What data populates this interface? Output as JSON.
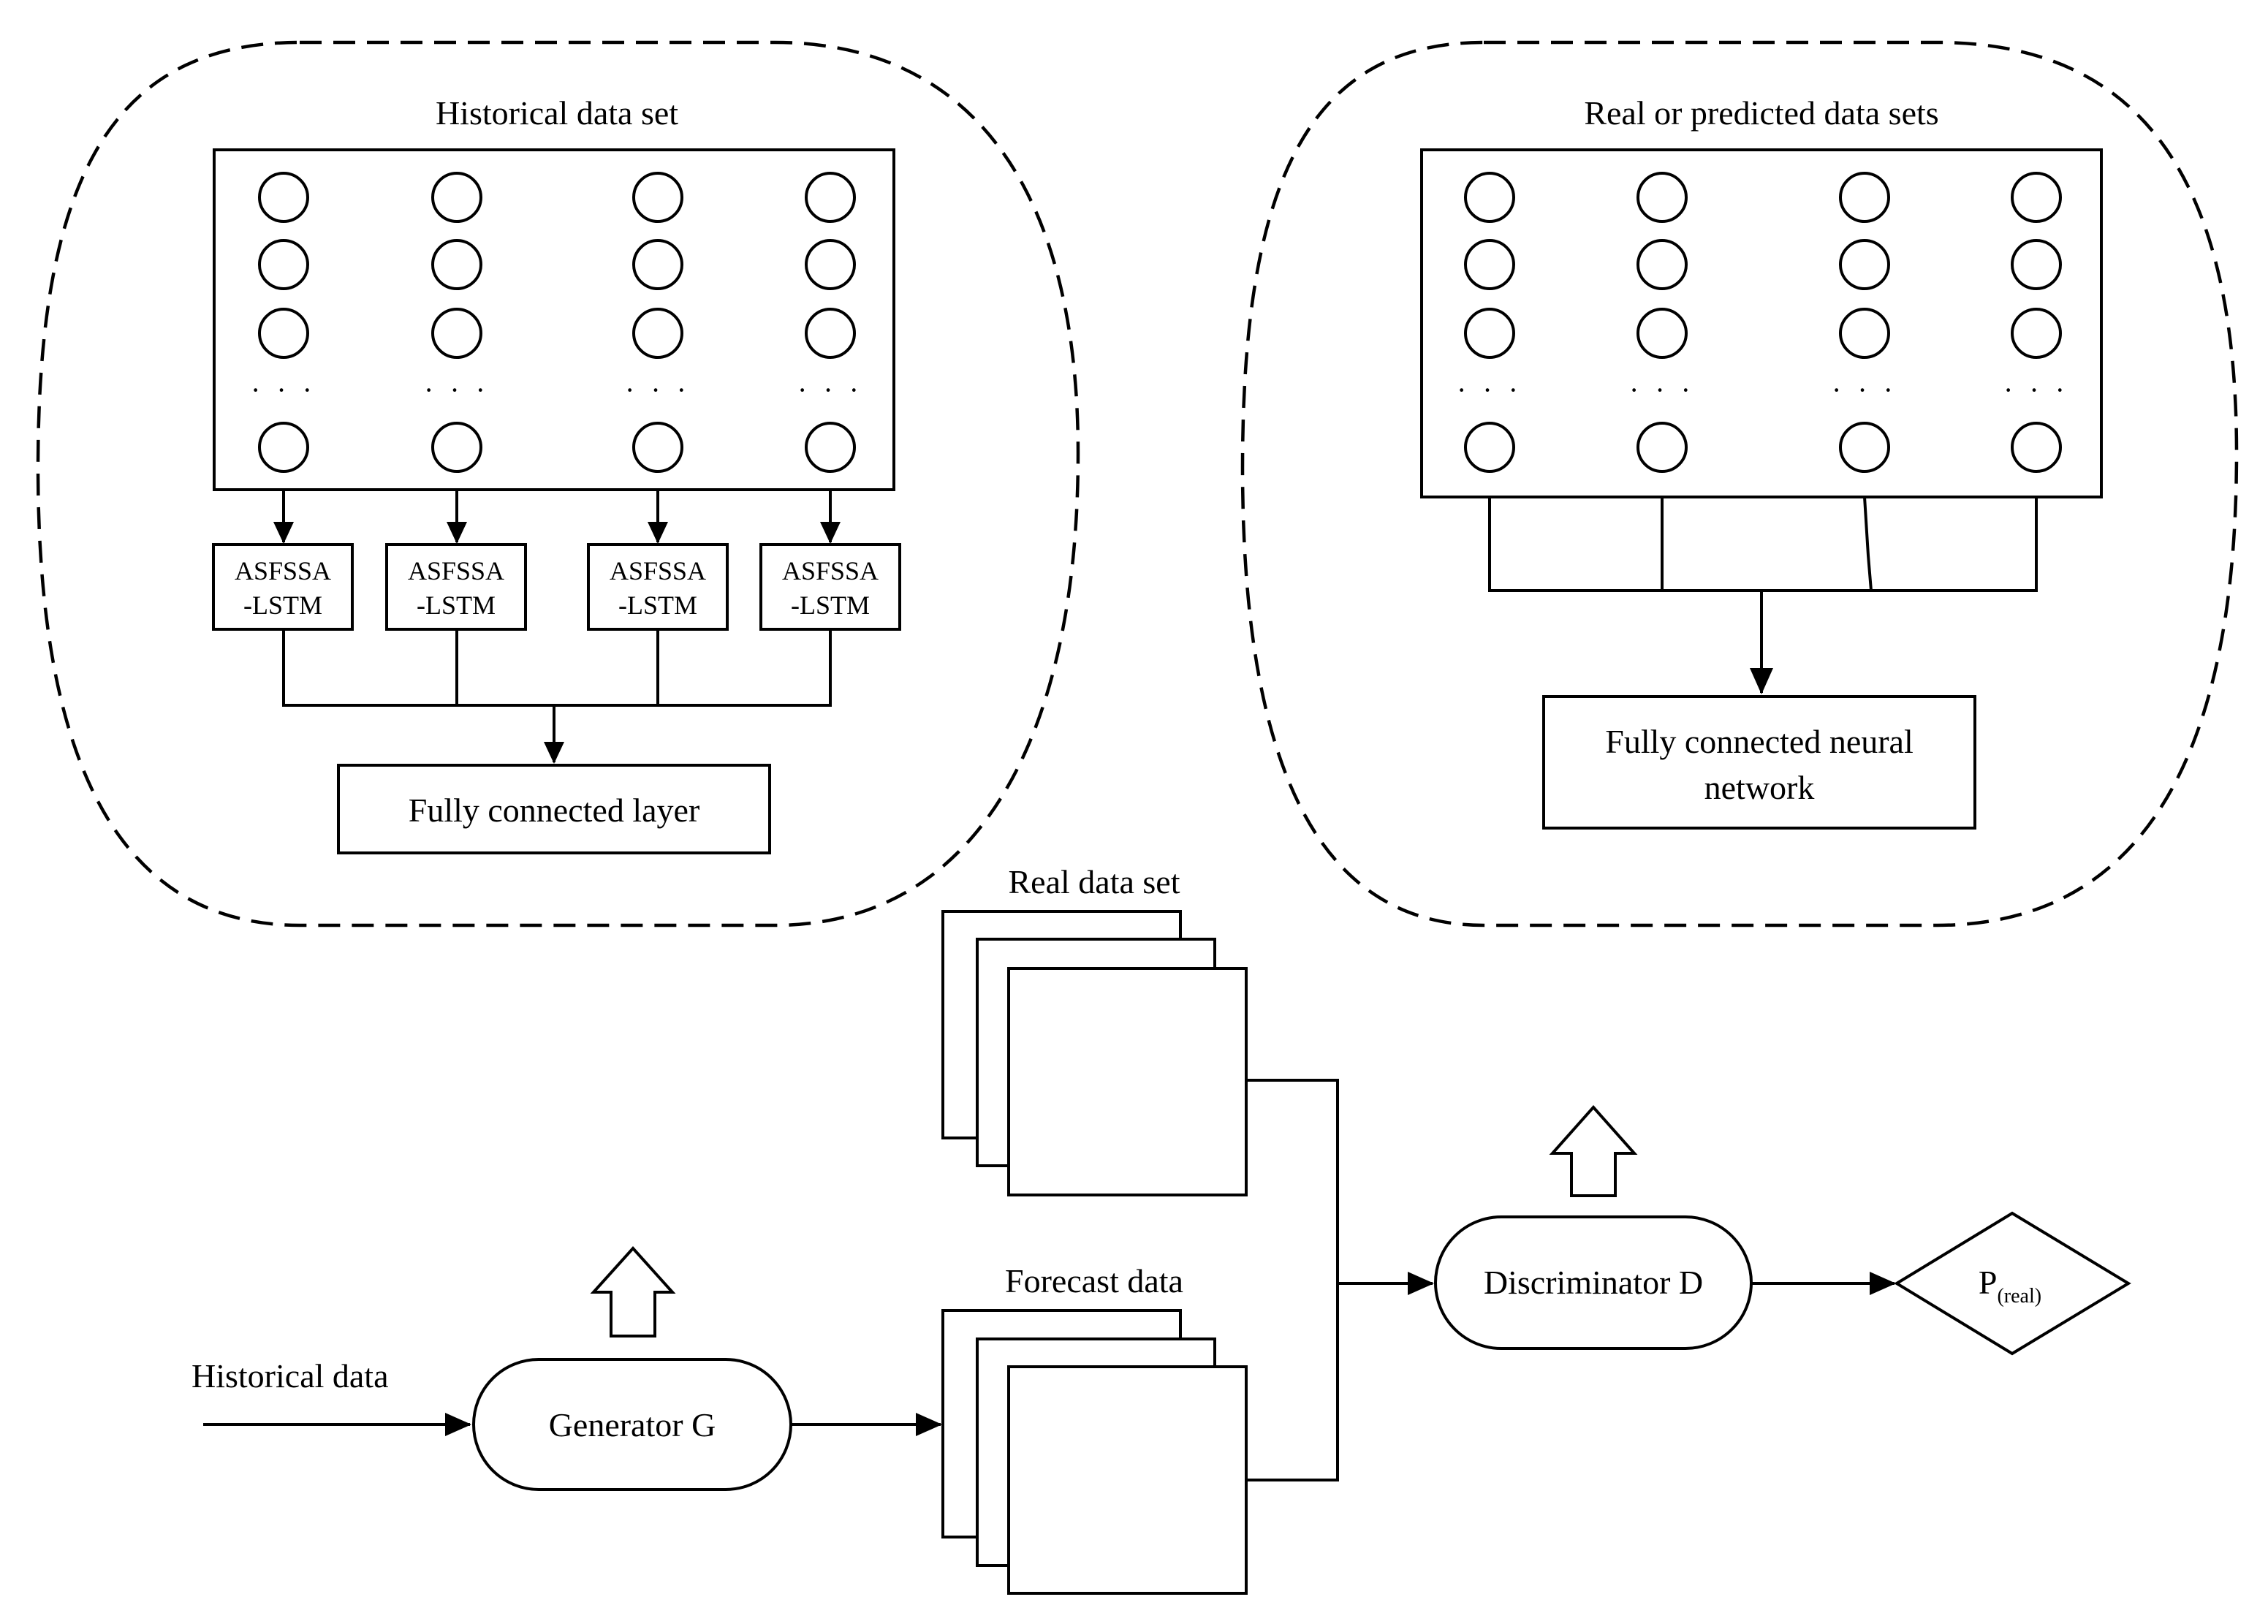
{
  "generator_module": {
    "title": "Historical data set",
    "lstm_label_line1": "ASFSSA",
    "lstm_label_line2": "-LSTM",
    "ellipsis": "· · ·",
    "fc_layer": "Fully connected layer"
  },
  "discriminator_module": {
    "title": "Real or predicted data sets",
    "ellipsis": "· · ·",
    "fc_network_line1": "Fully connected neural",
    "fc_network_line2": "network"
  },
  "flow": {
    "input_label": "Historical data",
    "generator": "Generator G",
    "real_data": "Real data set",
    "forecast_data": "Forecast data",
    "discriminator": "Discriminator D",
    "output_main": "P",
    "output_sub": "(real)"
  }
}
